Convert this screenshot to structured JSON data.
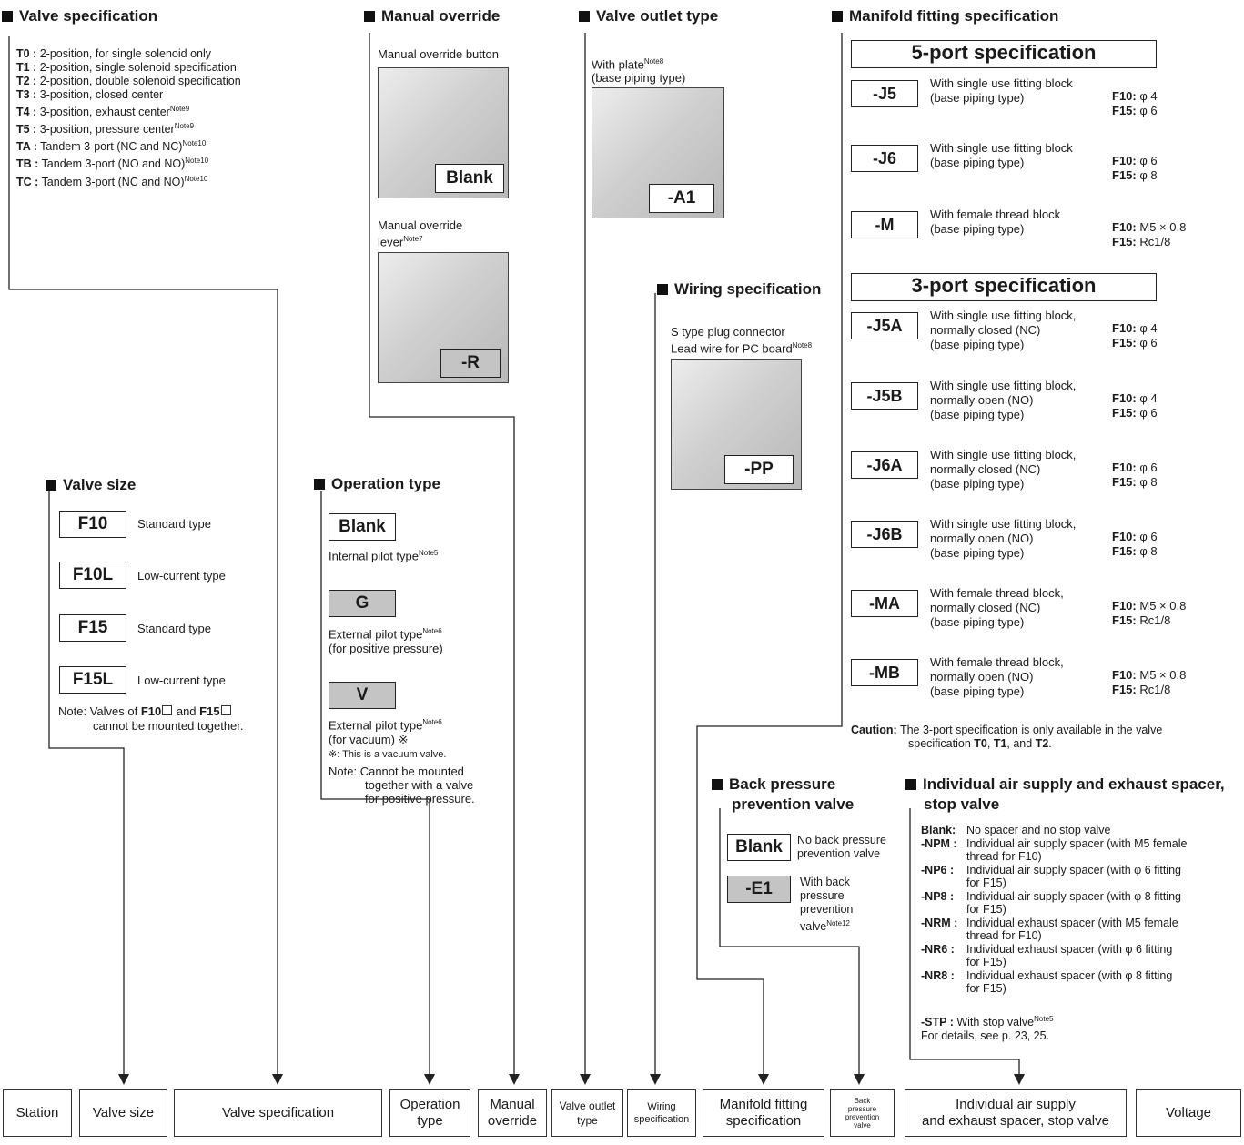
{
  "valve_spec": {
    "title": "Valve specification",
    "items": [
      {
        "code": "T0 :",
        "text": " 2-position, for single solenoid only",
        "note": ""
      },
      {
        "code": "T1 :",
        "text": " 2-position, single solenoid specification",
        "note": ""
      },
      {
        "code": "T2 :",
        "text": " 2-position, double solenoid specification",
        "note": ""
      },
      {
        "code": "T3 :",
        "text": " 3-position, closed center",
        "note": ""
      },
      {
        "code": "T4 :",
        "text": " 3-position, exhaust center",
        "note": "Note9"
      },
      {
        "code": "T5 :",
        "text": " 3-position, pressure center",
        "note": "Note9"
      },
      {
        "code": "TA :",
        "text": " Tandem 3-port (NC and NC)",
        "note": "Note10"
      },
      {
        "code": "TB :",
        "text": " Tandem 3-port (NO and NO)",
        "note": "Note10"
      },
      {
        "code": "TC :",
        "text": " Tandem 3-port (NC and NO)",
        "note": "Note10"
      }
    ]
  },
  "manual_override": {
    "title": "Manual override",
    "button_label": "Manual override button",
    "button_code": "Blank",
    "lever_label_1": "Manual override",
    "lever_label_2": "lever",
    "lever_note": "Note7",
    "lever_code": "-R"
  },
  "valve_outlet": {
    "title": "Valve outlet type",
    "label_1": "With plate",
    "note": "Note8",
    "label_2": "(base piping type)",
    "code": "-A1"
  },
  "wiring": {
    "title": "Wiring specification",
    "label_1": "S type plug connector",
    "label_2": "Lead wire for PC board",
    "note": "Note8",
    "code": "-PP"
  },
  "manifold": {
    "title": "Manifold fitting specification",
    "five_port": "5-port specification",
    "three_port": "3-port specification",
    "five_rows": [
      {
        "code": "-J5",
        "d1": "With single use fitting block",
        "d2": "(base piping type)",
        "d3": "",
        "f10": "φ 4",
        "f15": "φ 6"
      },
      {
        "code": "-J6",
        "d1": "With single use fitting block",
        "d2": "(base piping type)",
        "d3": "",
        "f10": "φ 6",
        "f15": "φ 8"
      },
      {
        "code": "-M",
        "d1": "With female thread block",
        "d2": "(base piping type)",
        "d3": "",
        "f10": "M5 × 0.8",
        "f15": "Rc1/8"
      }
    ],
    "three_rows": [
      {
        "code": "-J5A",
        "d1": "With single use fitting block,",
        "d2": "normally closed (NC)",
        "d3": "(base piping type)",
        "f10": "φ 4",
        "f15": "φ 6"
      },
      {
        "code": "-J5B",
        "d1": "With single use fitting block,",
        "d2": "normally open (NO)",
        "d3": "(base piping type)",
        "f10": "φ 4",
        "f15": "φ 6"
      },
      {
        "code": "-J6A",
        "d1": "With single use fitting block,",
        "d2": "normally closed (NC)",
        "d3": "(base piping type)",
        "f10": "φ 6",
        "f15": "φ 8"
      },
      {
        "code": "-J6B",
        "d1": "With single use fitting block,",
        "d2": "normally open (NO)",
        "d3": "(base piping type)",
        "f10": "φ 6",
        "f15": "φ 8"
      },
      {
        "code": "-MA",
        "d1": "With female thread block,",
        "d2": "normally closed (NC)",
        "d3": "(base piping type)",
        "f10": "M5 × 0.8",
        "f15": "Rc1/8"
      },
      {
        "code": "-MB",
        "d1": "With female thread block,",
        "d2": "normally open (NO)",
        "d3": "(base piping type)",
        "f10": "M5 × 0.8",
        "f15": "Rc1/8"
      }
    ],
    "f10_label": "F10:",
    "f15_label": "F15:",
    "caution_label": "Caution:",
    "caution_1": "The 3-port specification is only available in the valve",
    "caution_2a": "specification ",
    "caution_t0": "T0",
    "caution_sep1": ", ",
    "caution_t1": "T1",
    "caution_sep2": ", and ",
    "caution_t2": "T2",
    "caution_end": "."
  },
  "valve_size": {
    "title": "Valve size",
    "items": [
      {
        "code": "F10",
        "desc": "Standard type"
      },
      {
        "code": "F10L",
        "desc": "Low-current type"
      },
      {
        "code": "F15",
        "desc": "Standard type"
      },
      {
        "code": "F15L",
        "desc": "Low-current type"
      }
    ],
    "note_label": "Note:",
    "note_1a": "Valves of ",
    "note_f10": "F10",
    "note_and": " and ",
    "note_f15": "F15",
    "note_2": "cannot be mounted together."
  },
  "operation": {
    "title": "Operation type",
    "blank": "Blank",
    "blank_desc": "Internal pilot type",
    "note5": "Note5",
    "g": "G",
    "g_desc_1": "External pilot type",
    "note6": "Note6",
    "g_desc_2": "(for positive pressure)",
    "v": "V",
    "v_desc_1": "External pilot type",
    "v_desc_2": "(for vacuum) ※",
    "v_desc_3": "※: This is a vacuum valve.",
    "note_label": "Note:",
    "note_1": "Cannot be mounted",
    "note_2": "together with a valve",
    "note_3": "for positive pressure."
  },
  "back_pressure": {
    "title_1": "Back pressure",
    "title_2": "prevention valve",
    "blank": "Blank",
    "blank_desc_1": "No back pressure",
    "blank_desc_2": "prevention valve",
    "e1": "-E1",
    "e1_desc_1": "With back",
    "e1_desc_2": "pressure",
    "e1_desc_3": "prevention",
    "e1_desc_4": "valve",
    "note": "Note12"
  },
  "individual": {
    "title_1": "Individual air supply and exhaust spacer,",
    "title_2": "stop valve",
    "items": [
      {
        "code": "Blank:",
        "l1": "No spacer and no stop valve",
        "l2": ""
      },
      {
        "code": "-NPM :",
        "l1": "Individual air supply spacer (with M5 female",
        "l2": "thread for F10)"
      },
      {
        "code": "-NP6 :",
        "l1": "Individual air supply spacer (with φ 6 fitting",
        "l2": "for F15)"
      },
      {
        "code": "-NP8 :",
        "l1": "Individual air supply spacer (with φ 8 fitting",
        "l2": "for F15)"
      },
      {
        "code": "-NRM :",
        "l1": "Individual exhaust spacer (with M5 female",
        "l2": "thread for F10)"
      },
      {
        "code": "-NR6 :",
        "l1": "Individual exhaust spacer (with φ 6 fitting",
        "l2": "for F15)"
      },
      {
        "code": "-NR8 :",
        "l1": "Individual exhaust spacer (with φ 8 fitting",
        "l2": "for F15)"
      }
    ],
    "stp_code": "-STP",
    "stp_sep": " : ",
    "stp_text": "With stop valve",
    "stp_note": "Note5",
    "details": "For details, see p. 23, 25."
  },
  "bottom": {
    "station": "Station",
    "valve_size": "Valve size",
    "valve_spec": "Valve specification",
    "operation_1": "Operation",
    "operation_2": "type",
    "manual_1": "Manual",
    "manual_2": "override",
    "outlet_1": "Valve outlet",
    "outlet_2": "type",
    "wiring_1": "Wiring",
    "wiring_2": "specification",
    "manifold_1": "Manifold fitting",
    "manifold_2": "specification",
    "back_1": "Back",
    "back_2": "pressure",
    "back_3": "prevention",
    "back_4": "valve",
    "indiv_1": "Individual air supply",
    "indiv_2": "and exhaust spacer, stop valve",
    "voltage": "Voltage"
  }
}
